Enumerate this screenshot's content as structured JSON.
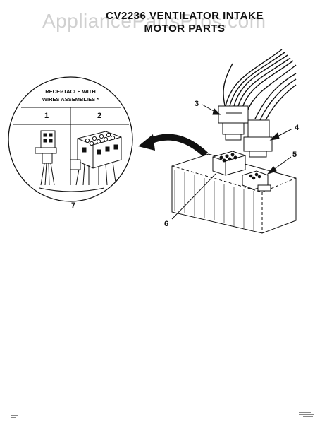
{
  "watermark": "AppliancePartsPros.com",
  "title": {
    "line1": "CV2236 VENTILATOR INTAKE",
    "line2": "MOTOR PARTS"
  },
  "inset": {
    "heading_line1": "RECEPTACLE WITH",
    "heading_line2": "WIRES ASSEMBLIES *",
    "col1": "1",
    "col2": "2",
    "bottom_callout": "7"
  },
  "callouts": {
    "c3": "3",
    "c4": "4",
    "c5": "5",
    "c6": "6"
  }
}
